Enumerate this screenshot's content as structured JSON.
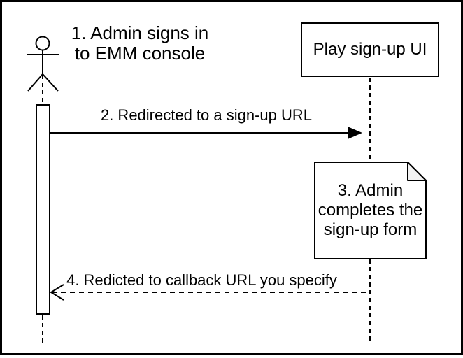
{
  "diagram": {
    "type": "sequence-diagram",
    "participant": {
      "label": "Play sign-up UI"
    },
    "actor": {
      "name": "admin"
    },
    "steps": [
      {
        "num": "1",
        "kind": "annotation",
        "label": "1. Admin signs in\nto EMM console"
      },
      {
        "num": "2",
        "kind": "message-solid-arrow",
        "label": "2. Redirected to a sign-up URL"
      },
      {
        "num": "3",
        "kind": "note",
        "label": "3. Admin\ncompletes the\nsign-up form"
      },
      {
        "num": "4",
        "kind": "message-dashed-arrow",
        "label": "4. Redicted to callback URL you specify"
      }
    ],
    "colors": {
      "stroke": "#000000",
      "background": "#ffffff",
      "note_fold": "#f2f2f2"
    }
  }
}
